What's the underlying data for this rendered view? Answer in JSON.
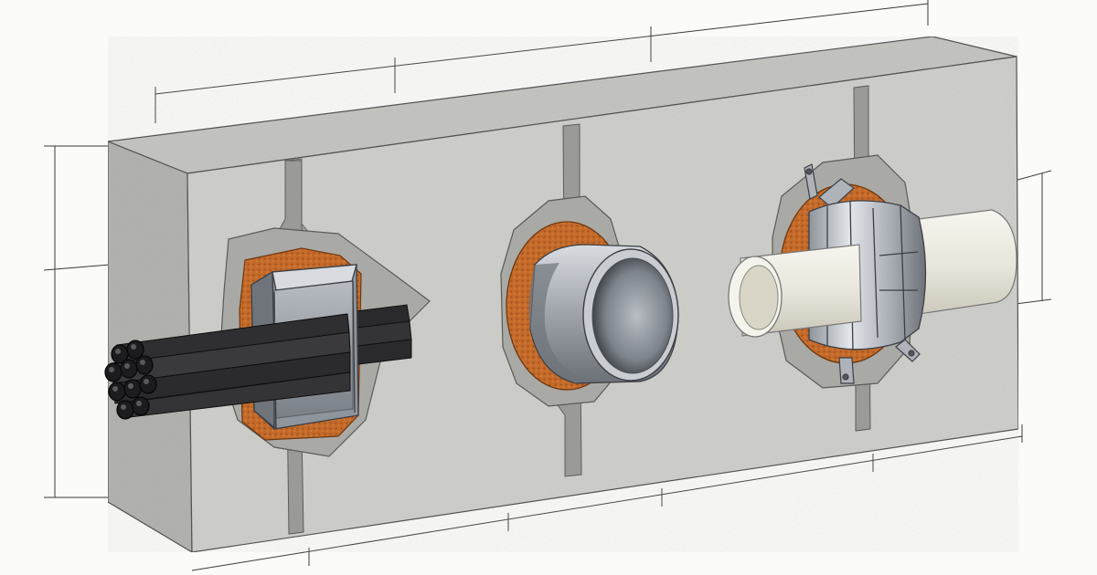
{
  "figure": {
    "penetrations": [
      {
        "kind": "cable-bundle-sleeve"
      },
      {
        "kind": "metal-pipe"
      },
      {
        "kind": "plastic-pipe-collar"
      }
    ],
    "colors": {
      "background": "#fbfbfa",
      "concrete_face": "#cfcfcc",
      "concrete_top": "#c4c4c0",
      "concrete_end": "#b9b9b5",
      "joint_shadow": "#8e8e8a",
      "fire_seal": "#c46a2a",
      "fire_seal_dark": "#7a3f14",
      "galvanized": "#b7bcc2",
      "cable": "#2b2b2d",
      "pvc": "#ecebe3",
      "ink": "#2f2f2f"
    }
  }
}
